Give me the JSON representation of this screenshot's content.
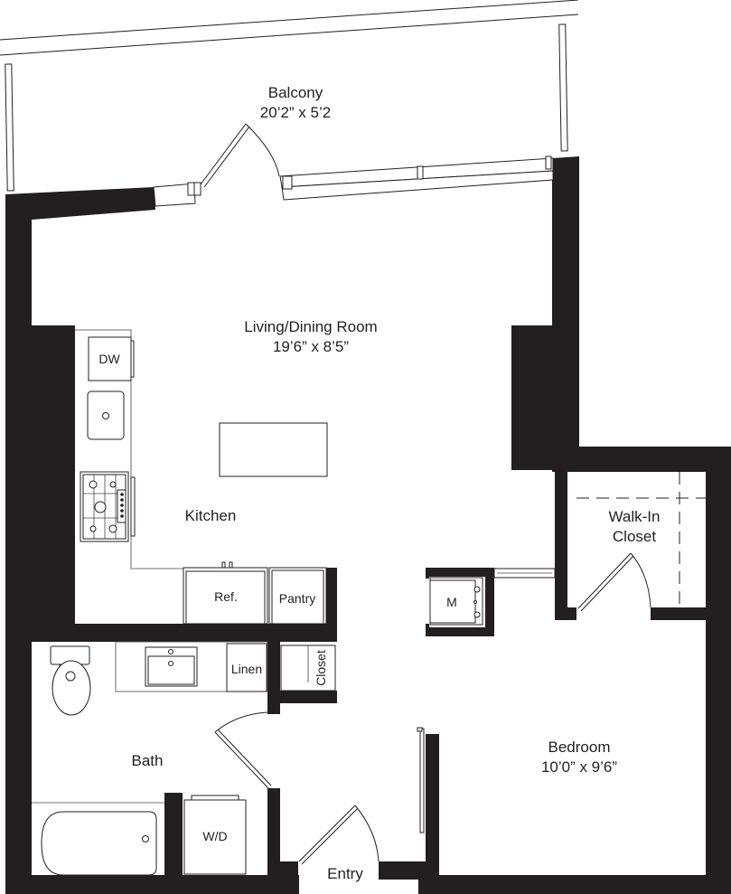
{
  "rooms": {
    "balcony": {
      "name": "Balcony",
      "dims": "20’2” x 5’2"
    },
    "living": {
      "name": "Living/Dining Room",
      "dims": "19’6” x 8’5”"
    },
    "kitchen": {
      "name": "Kitchen"
    },
    "walkin": {
      "name_line1": "Walk-In",
      "name_line2": "Closet"
    },
    "bedroom": {
      "name": "Bedroom",
      "dims": "10’0” x 9’6”"
    },
    "bath": {
      "name": "Bath"
    },
    "entry": {
      "name": "Entry"
    }
  },
  "fixtures": {
    "dishwasher": "DW",
    "refrigerator": "Ref.",
    "pantry": "Pantry",
    "linen": "Linen",
    "closet": "Closet",
    "mechanical": "M",
    "washer_dryer": "W/D"
  },
  "colors": {
    "wall": "#231f20",
    "background": "#ffffff"
  }
}
